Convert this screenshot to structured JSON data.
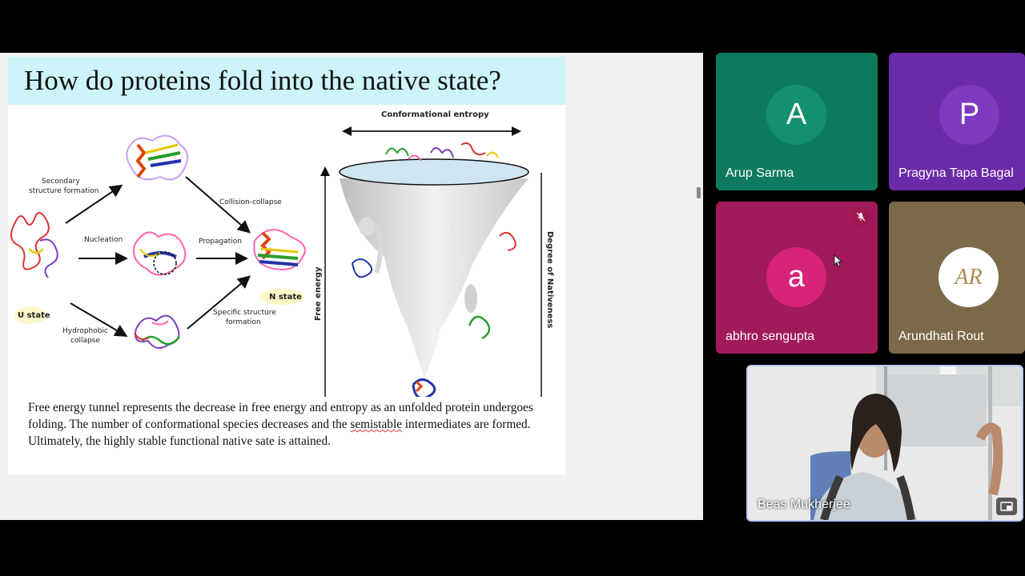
{
  "slide": {
    "title": "How do proteins fold into the native state?",
    "caption_part1": "Free energy tunnel represents the decrease in free energy and entropy as an unfolded protein undergoes folding. The number of conformational species decreases and the ",
    "caption_squig": "semistable",
    "caption_part2": " intermediates are formed. Ultimately, the highly stable functional native sate is attained.",
    "diagram": {
      "secondary_1": "Secondary",
      "secondary_2": "structure formation",
      "collision": "Collision-collapse",
      "nucleation": "Nucleation",
      "propagation": "Propagation",
      "u_state": "U state",
      "n_state": "N state",
      "hydro_1": "Hydrophobic",
      "hydro_2": "collapse",
      "specific_1": "Specific structure",
      "specific_2": "formation",
      "conf_entropy": "Conformational entropy",
      "free_energy": "Free energy",
      "nativeness": "Degree of Nativeness"
    }
  },
  "participants": [
    {
      "name": "Arup Sarma",
      "initial": "A",
      "bg": "#0d7a5f",
      "avatar_bg": "#12906f"
    },
    {
      "name": "Pragyna Tapa Bagal",
      "initial": "P",
      "bg": "#6b2aa8",
      "avatar_bg": "#7e39bf"
    },
    {
      "name": "abhro sengupta",
      "initial": "a",
      "bg": "#a11a5a",
      "avatar_bg": "#d8237a",
      "muted": true
    },
    {
      "name": "Arundhati Rout",
      "initial": "AR",
      "bg": "#7a6a48",
      "avatar_bg": "#ffffff"
    }
  ],
  "self_view": {
    "name": "Beas Mukherjee"
  },
  "icons": {
    "mic_off": "mic-off-icon",
    "pip": "picture-in-picture-icon",
    "cursor": "mouse-cursor-icon"
  }
}
